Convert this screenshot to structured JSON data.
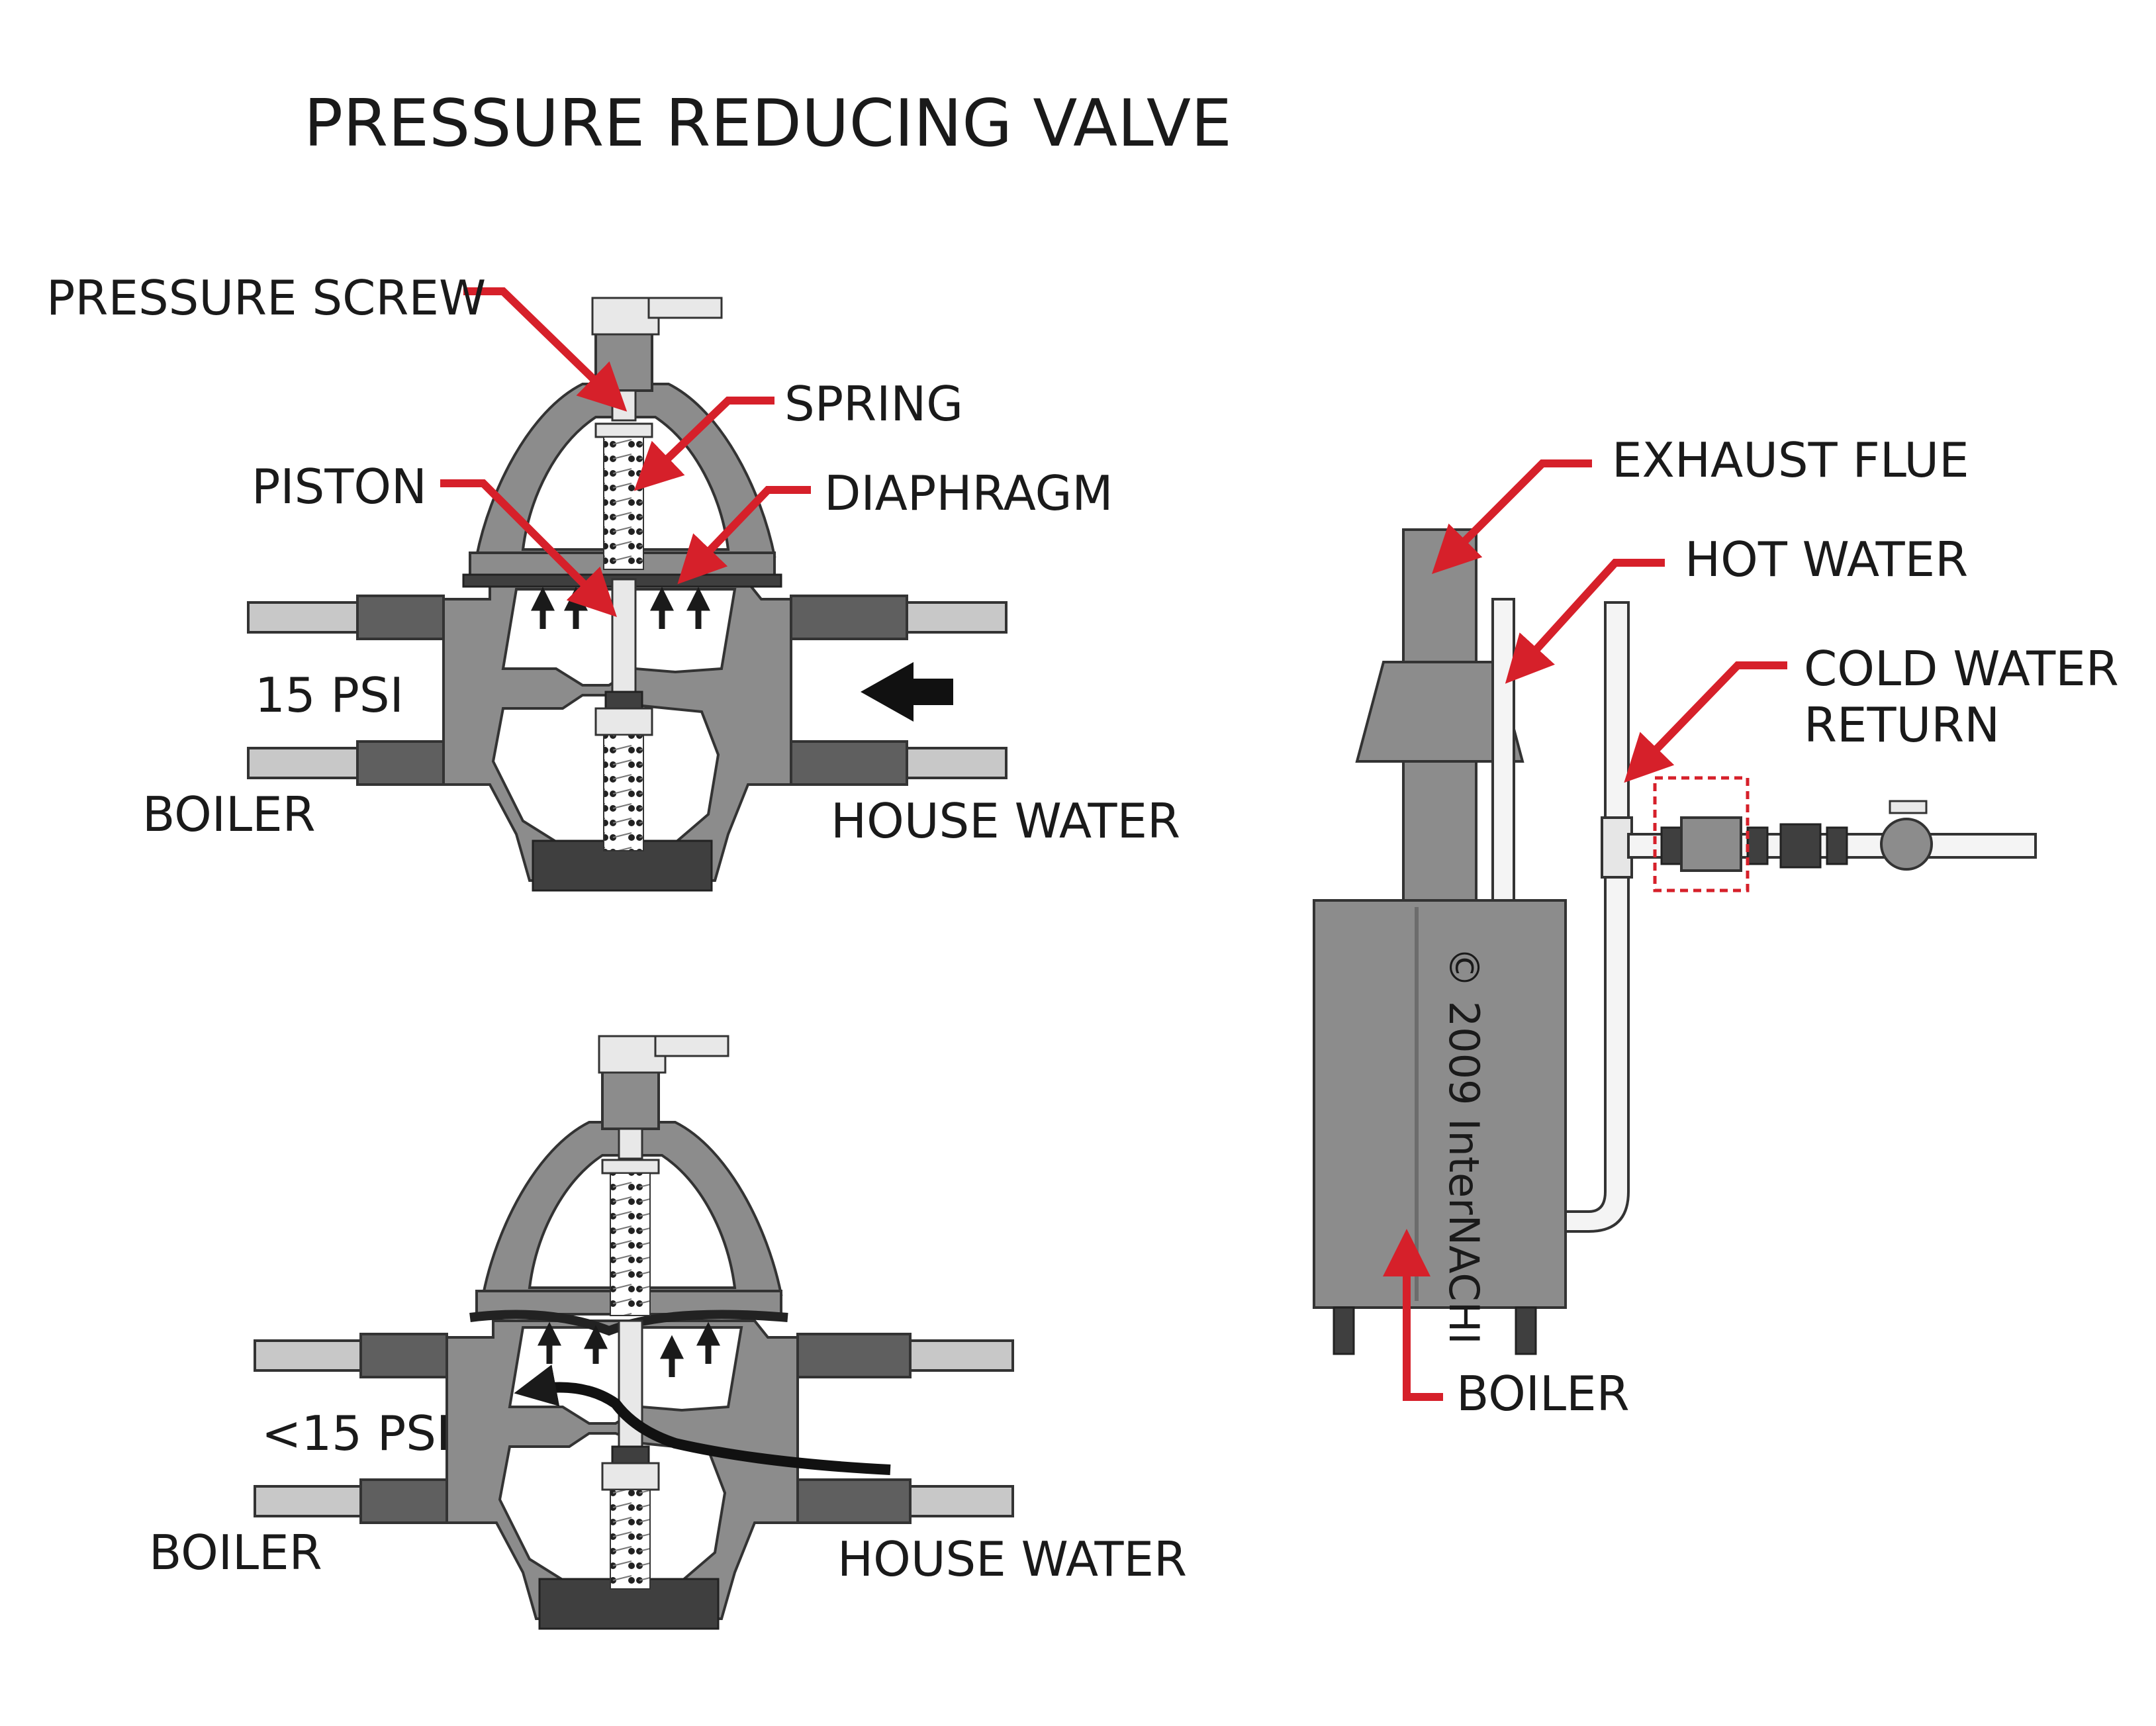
{
  "title": "PRESSURE REDUCING VALVE",
  "top_valve": {
    "labels": {
      "pressure_screw": "PRESSURE SCREW",
      "spring": "SPRING",
      "piston": "PISTON",
      "diaphragm": "DIAPHRAGM",
      "pressure": "15 PSI",
      "left_side": "BOILER",
      "right_side": "HOUSE WATER"
    }
  },
  "bottom_valve": {
    "labels": {
      "pressure": "<15 PSI",
      "left_side": "BOILER",
      "right_side": "HOUSE WATER"
    }
  },
  "boiler_system": {
    "labels": {
      "exhaust_flue": "EXHAUST FLUE",
      "hot_water": "HOT WATER",
      "cold_water_return_line1": "COLD WATER",
      "cold_water_return_line2": "RETURN",
      "boiler": "BOILER"
    },
    "copyright": "© 2009 InterNACHI"
  },
  "colors": {
    "callout": "#d6202a",
    "metal": "#8c8c8c",
    "pipe": "#c8c8c8"
  }
}
